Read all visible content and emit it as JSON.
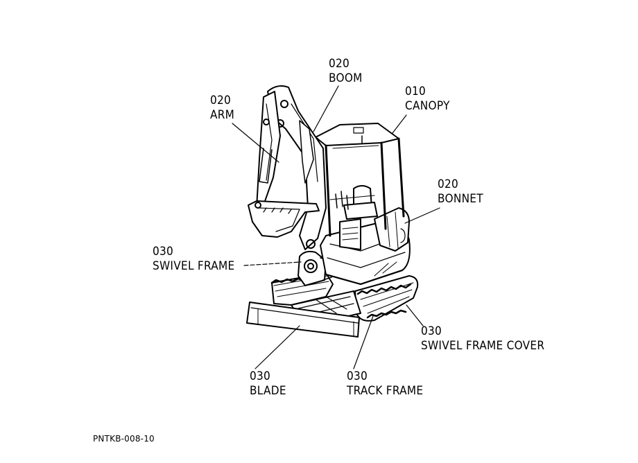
{
  "labels": {
    "boom": {
      "code": "020",
      "name": "BOOM"
    },
    "arm": {
      "code": "020",
      "name": "ARM"
    },
    "canopy": {
      "code": "010",
      "name": "CANOPY"
    },
    "bonnet": {
      "code": "020",
      "name": "BONNET"
    },
    "swivel_frame": {
      "code": "030",
      "name": "SWIVEL FRAME"
    },
    "swivel_frame_cover": {
      "code": "030",
      "name": "SWIVEL FRAME COVER"
    },
    "blade": {
      "code": "030",
      "name": "BLADE"
    },
    "track_frame": {
      "code": "030",
      "name": "TRACK FRAME"
    }
  },
  "reference": "PNTKB-008-10",
  "colors": {
    "ink": "#000000",
    "paper": "#ffffff"
  }
}
